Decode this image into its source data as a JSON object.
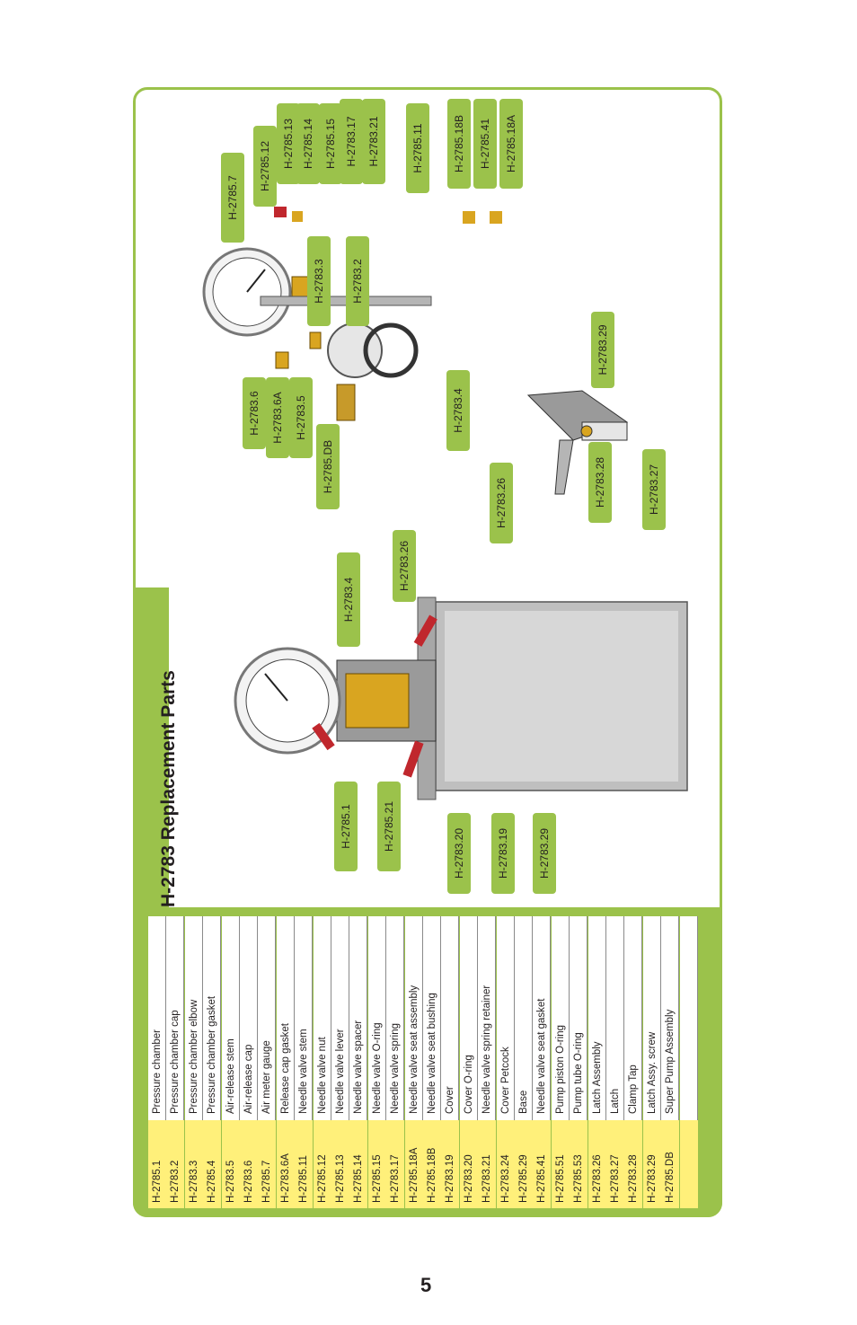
{
  "title": "H-2783 Replacement Parts",
  "page_number": "5",
  "table": {
    "rows": [
      {
        "code": "H-2785.1",
        "description": "Pressure chamber"
      },
      {
        "code": "H-2783.2",
        "description": "Pressure chamber cap"
      },
      {
        "code": "H-2783.3",
        "description": "Pressure chamber elbow"
      },
      {
        "code": "H-2785.4",
        "description": "Pressure chamber gasket"
      },
      {
        "code": "H-2783.5",
        "description": "Air-release stem"
      },
      {
        "code": "H-2783.6",
        "description": "Air-release cap"
      },
      {
        "code": "H-2785.7",
        "description": "Air meter gauge"
      },
      {
        "code": "H-2783.6A",
        "description": "Release cap gasket"
      },
      {
        "code": "H-2785.11",
        "description": "Needle valve stem"
      },
      {
        "code": "H-2785.12",
        "description": "Needle valve nut"
      },
      {
        "code": "H-2785.13",
        "description": "Needle valve lever"
      },
      {
        "code": "H-2785.14",
        "description": "Needle valve spacer"
      },
      {
        "code": "H-2785.15",
        "description": "Needle valve O-ring"
      },
      {
        "code": "H-2783.17",
        "description": "Needle valve spring"
      },
      {
        "code": "H-2785.18A",
        "description": "Needle valve seat assembly"
      },
      {
        "code": "H-2785.18B",
        "description": "Needle valve seat bushing"
      },
      {
        "code": "H-2783.19",
        "description": "Cover"
      },
      {
        "code": "H-2783.20",
        "description": "Cover O-ring"
      },
      {
        "code": "H-2783.21",
        "description": "Needle valve spring retainer"
      },
      {
        "code": "H-2783.24",
        "description": "Cover Petcock"
      },
      {
        "code": "H-2785.29",
        "description": "Base"
      },
      {
        "code": "H-2785.41",
        "description": "Needle valve seat gasket"
      },
      {
        "code": "H-2785.51",
        "description": "Pump piston O-ring"
      },
      {
        "code": "H-2785.53",
        "description": "Pump tube O-ring"
      },
      {
        "code": "H-2783.26",
        "description": "Latch Assembly"
      },
      {
        "code": "H-2783.27",
        "description": "Latch"
      },
      {
        "code": "H-2783.28",
        "description": "Clamp Tap"
      },
      {
        "code": "H-2783.29",
        "description": "Latch Assy. screw"
      },
      {
        "code": "H-2785.DB",
        "description": "Super Pump Assembly"
      },
      {
        "code": "",
        "description": ""
      }
    ]
  },
  "callouts": {
    "left_diagram": [
      "H-2783.4",
      "H-2783.26",
      "H-2785.1",
      "H-2785.21",
      "H-2783.20",
      "H-2783.19",
      "H-2783.29"
    ],
    "right_top": [
      "H-2785.7",
      "H-2785.12",
      "H-2785.13",
      "H-2785.14",
      "H-2785.15",
      "H-2783.17",
      "H-2783.21",
      "H-2785.11",
      "H-2785.18B",
      "H-2785.41",
      "H-2785.18A"
    ],
    "right_mid": [
      "H-2783.3",
      "H-2783.2",
      "H-2783.6",
      "H-2783.6A",
      "H-2783.5",
      "H-2785.DB",
      "H-2783.4"
    ],
    "latch": [
      "H-2783.29",
      "H-2783.26",
      "H-2783.28",
      "H-2783.27"
    ]
  },
  "colors": {
    "accent_green": "#9bc24b",
    "code_yellow": "#fff07a",
    "brass": "#d9a520",
    "lever_red": "#c0272d"
  }
}
